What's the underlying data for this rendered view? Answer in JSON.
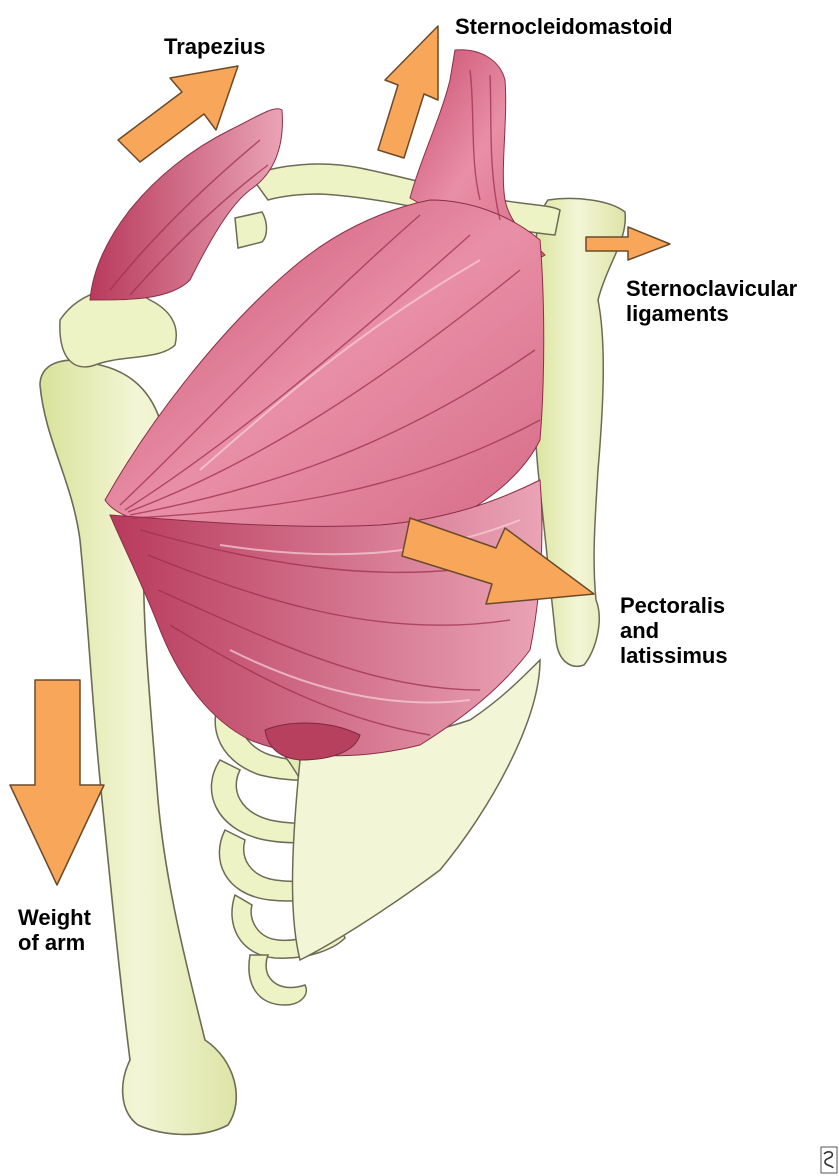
{
  "colors": {
    "arrow": "#F8A65A",
    "arrow_stroke": "#6b4a2a",
    "bone": "#EEF3C6",
    "bone_shade": "#D9E29A",
    "bone_outline": "#6d6b55",
    "muscle": "#D9637E",
    "muscle_light": "#EFB3C2",
    "muscle_dark": "#9E2F4D",
    "text": "#000000",
    "background": "#FFFFFF"
  },
  "labels": {
    "trapezius": "Trapezius",
    "sternocleidomastoid": "Sternocleidomastoid",
    "sternoclavicular_line1": "Sternoclavicular",
    "sternoclavicular_line2": "ligaments",
    "pectoralis_line1": "Pectoralis",
    "pectoralis_line2": "and",
    "pectoralis_line3": "latissimus",
    "weight_line1": "Weight",
    "weight_line2": "of arm"
  },
  "icons": {
    "force_arrow": "arrow-icon",
    "corner_mark": "corner-logo-icon"
  }
}
